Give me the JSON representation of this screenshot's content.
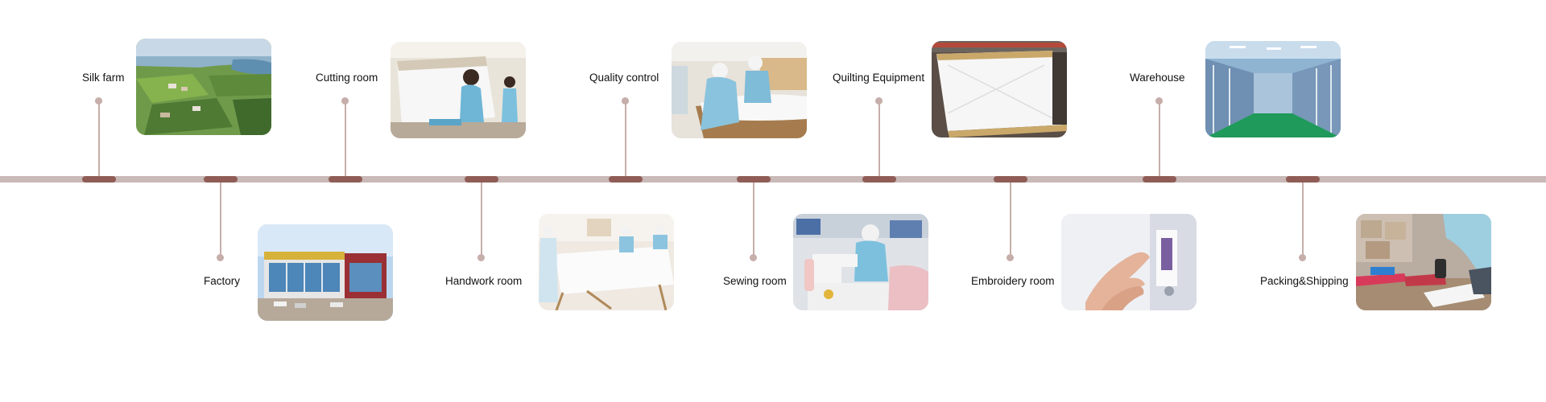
{
  "stages": [
    {
      "label": "Silk farm",
      "photo_icon": "aerial-farmland-photo"
    },
    {
      "label": "Factory",
      "photo_icon": "factory-building-photo"
    },
    {
      "label": "Cutting room",
      "photo_icon": "cutting-room-photo"
    },
    {
      "label": "Handwork room",
      "photo_icon": "handwork-room-photo"
    },
    {
      "label": "Quality control",
      "photo_icon": "quality-control-photo"
    },
    {
      "label": "Sewing room",
      "photo_icon": "sewing-room-photo"
    },
    {
      "label": "Quilting Equipment",
      "photo_icon": "quilting-machine-photo"
    },
    {
      "label": "Embroidery room",
      "photo_icon": "embroidery-photo"
    },
    {
      "label": "Warehouse",
      "photo_icon": "warehouse-photo"
    },
    {
      "label": "Packing&Shipping",
      "photo_icon": "packing-shipping-photo"
    }
  ],
  "colors": {
    "line": "#c9b9b7",
    "pill": "#8f5d56",
    "connector": "#c6aeaa",
    "text": "#111111"
  }
}
